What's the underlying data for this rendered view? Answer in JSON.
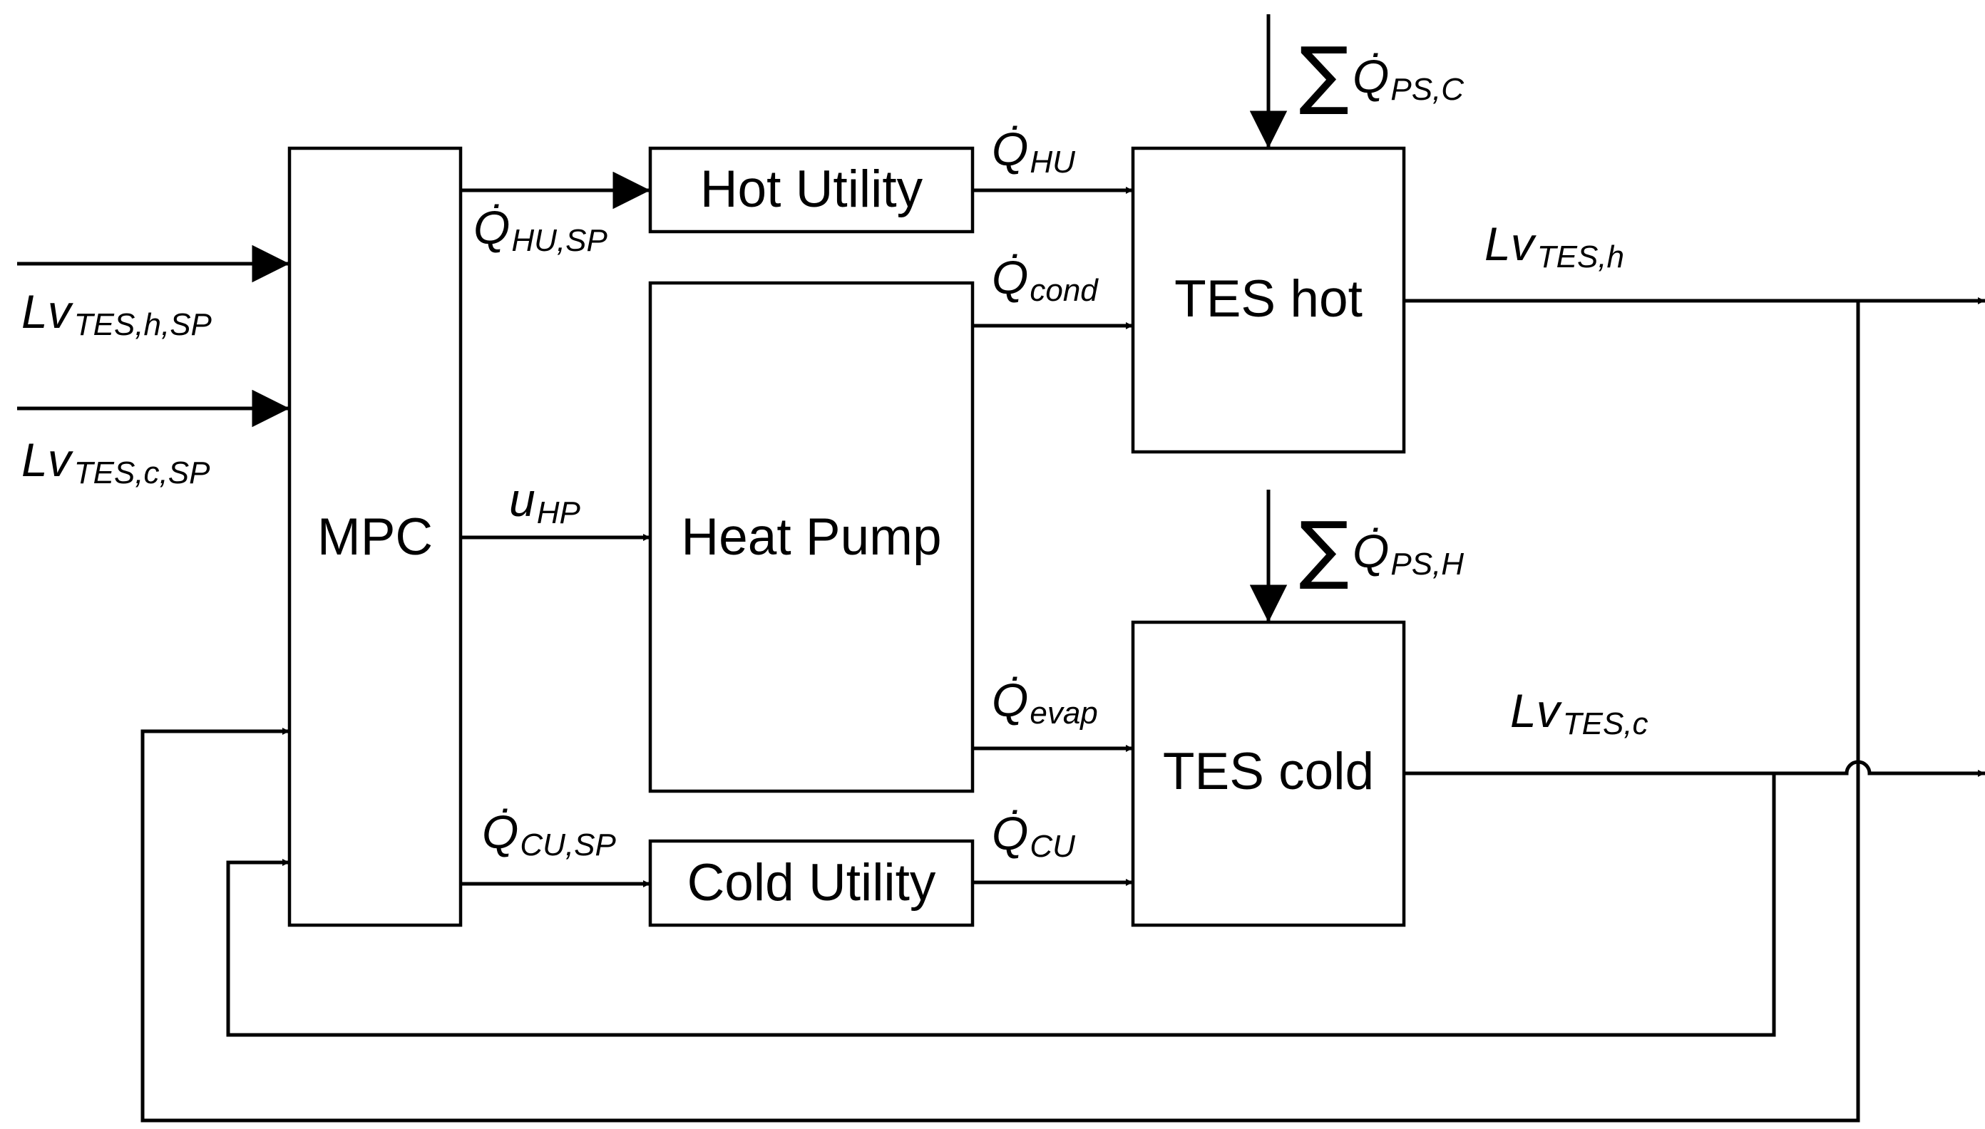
{
  "blocks": {
    "mpc": "MPC",
    "hot_utility": "Hot Utility",
    "heat_pump": "Heat Pump",
    "cold_utility": "Cold Utility",
    "tes_hot": "TES hot",
    "tes_cold": "TES cold"
  },
  "signals": {
    "lv_tes_h_sp": {
      "base": "Lv",
      "sub": "TES,h,SP"
    },
    "lv_tes_c_sp": {
      "base": "Lv",
      "sub": "TES,c,SP"
    },
    "q_hu_sp": {
      "base": "Q̇",
      "sub": "HU,SP"
    },
    "q_hu": {
      "base": "Q̇",
      "sub": "HU"
    },
    "q_cond": {
      "base": "Q̇",
      "sub": "cond"
    },
    "u_hp": {
      "base": "u",
      "sub": "HP"
    },
    "q_evap": {
      "base": "Q̇",
      "sub": "evap"
    },
    "q_cu_sp": {
      "base": "Q̇",
      "sub": "CU,SP"
    },
    "q_cu": {
      "base": "Q̇",
      "sub": "CU"
    },
    "lv_tes_h": {
      "base": "Lv",
      "sub": "TES,h"
    },
    "lv_tes_c": {
      "base": "Lv",
      "sub": "TES,c"
    },
    "sum_q_ps_c": {
      "sum": "∑",
      "base": "Q̇",
      "sub": "PS,C"
    },
    "sum_q_ps_h": {
      "sum": "∑",
      "base": "Q̇",
      "sub": "PS,H"
    }
  }
}
